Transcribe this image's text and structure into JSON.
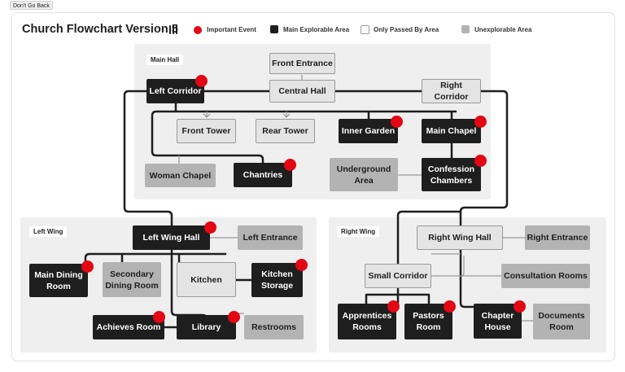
{
  "top_button": "Don't Go Back",
  "title": "Church Flowchart Version 5",
  "colors": {
    "important": "#e30613",
    "main": "#1e1e1e",
    "passed": "#e4e4e4",
    "unexplorable": "#b3b3b3",
    "panel": "#efefef"
  },
  "legend": {
    "important": "Important Event",
    "main": "Main Explorable Area",
    "passed": "Only Passed By Area",
    "unexplorable": "Unexplorable Area"
  },
  "panels": {
    "main_hall": "Main Hall",
    "left_wing": "Left Wing",
    "right_wing": "Right Wing"
  },
  "nodes": {
    "front_entrance": "Front Entrance",
    "left_corridor": "Left Corridor",
    "central_hall": "Central Hall",
    "right_corridor": "Right Corridor",
    "front_tower": "Front Tower",
    "rear_tower": "Rear Tower",
    "inner_garden": "Inner Garden",
    "main_chapel": "Main Chapel",
    "woman_chapel": "Woman Chapel",
    "chantries": "Chantries",
    "underground_area": "Underground\nArea",
    "confession_chambers": "Confession\nChambers",
    "left_wing_hall": "Left Wing Hall",
    "left_entrance": "Left Entrance",
    "main_dining_room": "Main Dining\nRoom",
    "secondary_dining_room": "Secondary\nDining Room",
    "kitchen": "Kitchen",
    "kitchen_storage": "Kitchen\nStorage",
    "achieves_room": "Achieves Room",
    "library": "Library",
    "restrooms": "Restrooms",
    "right_wing_hall": "Right Wing Hall",
    "right_entrance": "Right Entrance",
    "small_corridor": "Small Corridor",
    "consultation_rooms": "Consultation Rooms",
    "apprentices_rooms": "Apprentices\nRooms",
    "pastors_room": "Pastors\nRoom",
    "chapter_house": "Chapter\nHouse",
    "documents_room": "Documents\nRoom"
  }
}
